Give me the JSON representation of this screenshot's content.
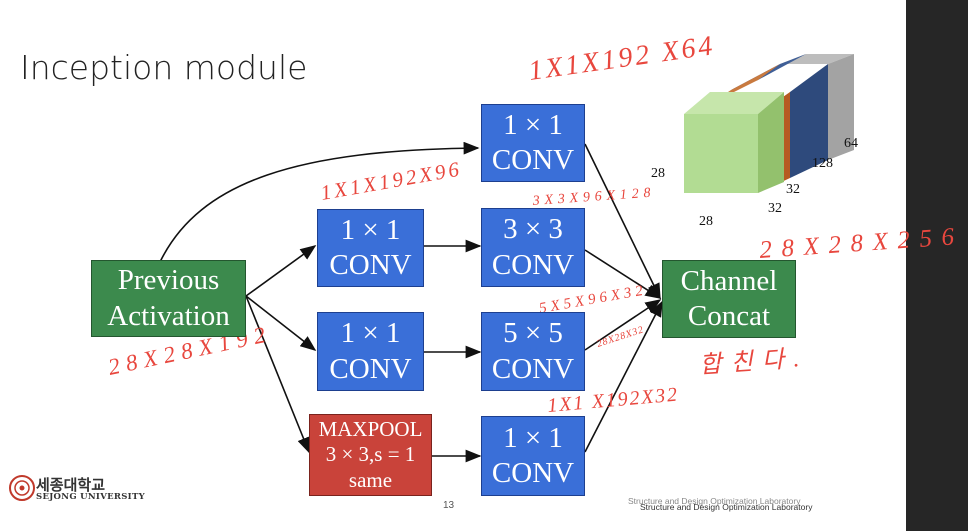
{
  "title": "Inception module",
  "nodes": {
    "previous": "Previous\nActivation",
    "conv1x1_top": "1 × 1\nCONV",
    "conv1x1_a": "1 × 1\nCONV",
    "conv1x1_b": "1 × 1\nCONV",
    "conv3x3": "3 × 3\nCONV",
    "conv5x5": "5 × 5\nCONV",
    "maxpool": "MAXPOOL\n3 × 3,s = 1\nsame",
    "conv1x1_pool": "1 × 1\nCONV",
    "concat": "Channel\nConcat"
  },
  "volume_labels": {
    "height": "28",
    "width": "28",
    "d1": "32",
    "d2": "32",
    "d3": "128",
    "d4": "64"
  },
  "handwriting": {
    "top": "1X1X192 X64",
    "reduce3": "1X1X192X96",
    "c3": "3X3X96X128",
    "c5": "5X5X96X32",
    "c5b": "28X28X32",
    "pool": "1X1 X192X32",
    "input": "28X28X192",
    "output": "28X28X256",
    "korean": "합친다."
  },
  "footer": {
    "page": "13",
    "lab_faded": "Structure and Design Optimization Laboratory",
    "lab": "Structure and Design Optimization Laboratory",
    "uni_kr": "세종대학교",
    "uni_en": "SEJONG UNIVERSITY"
  },
  "colors": {
    "conv": "#3a6fd8",
    "activation": "#3c8a4d",
    "pool": "#c9433a",
    "ink": "#e8473e",
    "cube_green": "#b2dc93",
    "cube_orange": "#b65a21",
    "cube_blue": "#2e4a7c",
    "cube_gray": "#a3a3a3"
  }
}
